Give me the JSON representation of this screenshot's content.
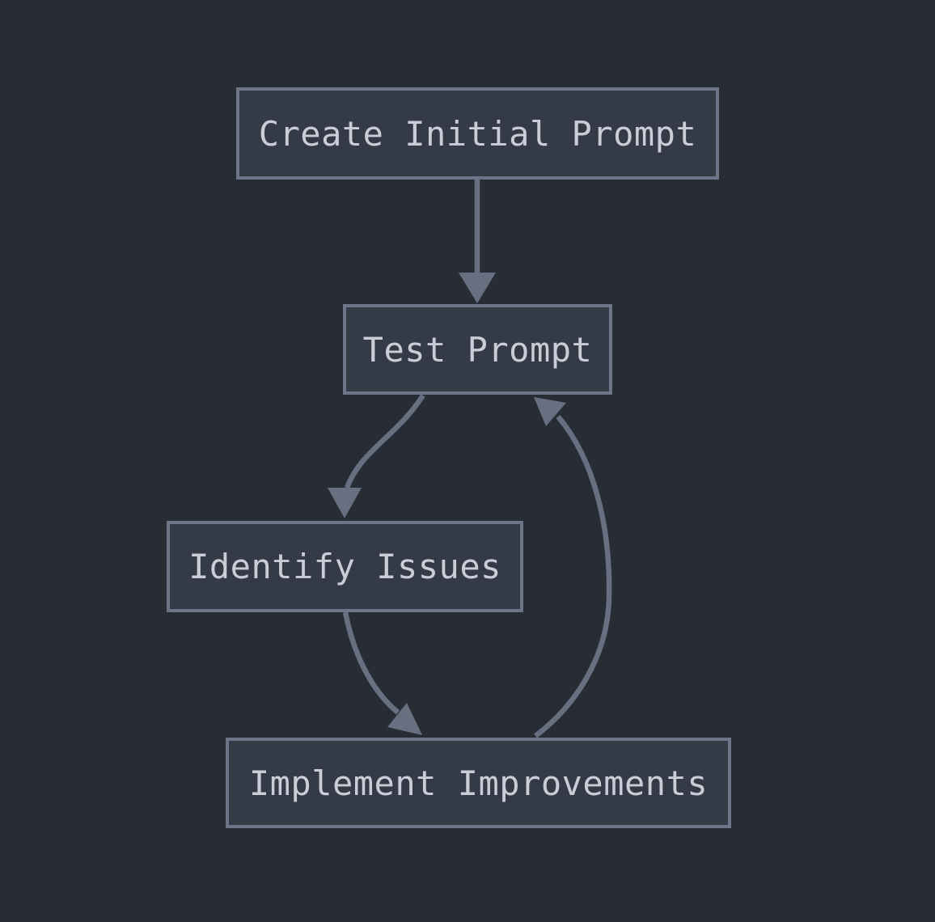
{
  "diagram": {
    "type": "flowchart",
    "direction": "top-down",
    "nodes": [
      {
        "id": "create",
        "label": "Create Initial Prompt"
      },
      {
        "id": "test",
        "label": "Test Prompt"
      },
      {
        "id": "identify",
        "label": "Identify Issues"
      },
      {
        "id": "implement",
        "label": "Implement Improvements"
      }
    ],
    "edges": [
      {
        "from": "create",
        "to": "test",
        "style": "straight-down"
      },
      {
        "from": "test",
        "to": "identify",
        "style": "curved-down-left"
      },
      {
        "from": "identify",
        "to": "implement",
        "style": "curved-down-right"
      },
      {
        "from": "implement",
        "to": "test",
        "style": "curved-up-right-loop"
      }
    ],
    "colors": {
      "background": "#282c35",
      "node_fill": "#343a46",
      "node_border": "#6d7588",
      "node_text": "#c9cdd7",
      "edge": "#667081"
    }
  }
}
